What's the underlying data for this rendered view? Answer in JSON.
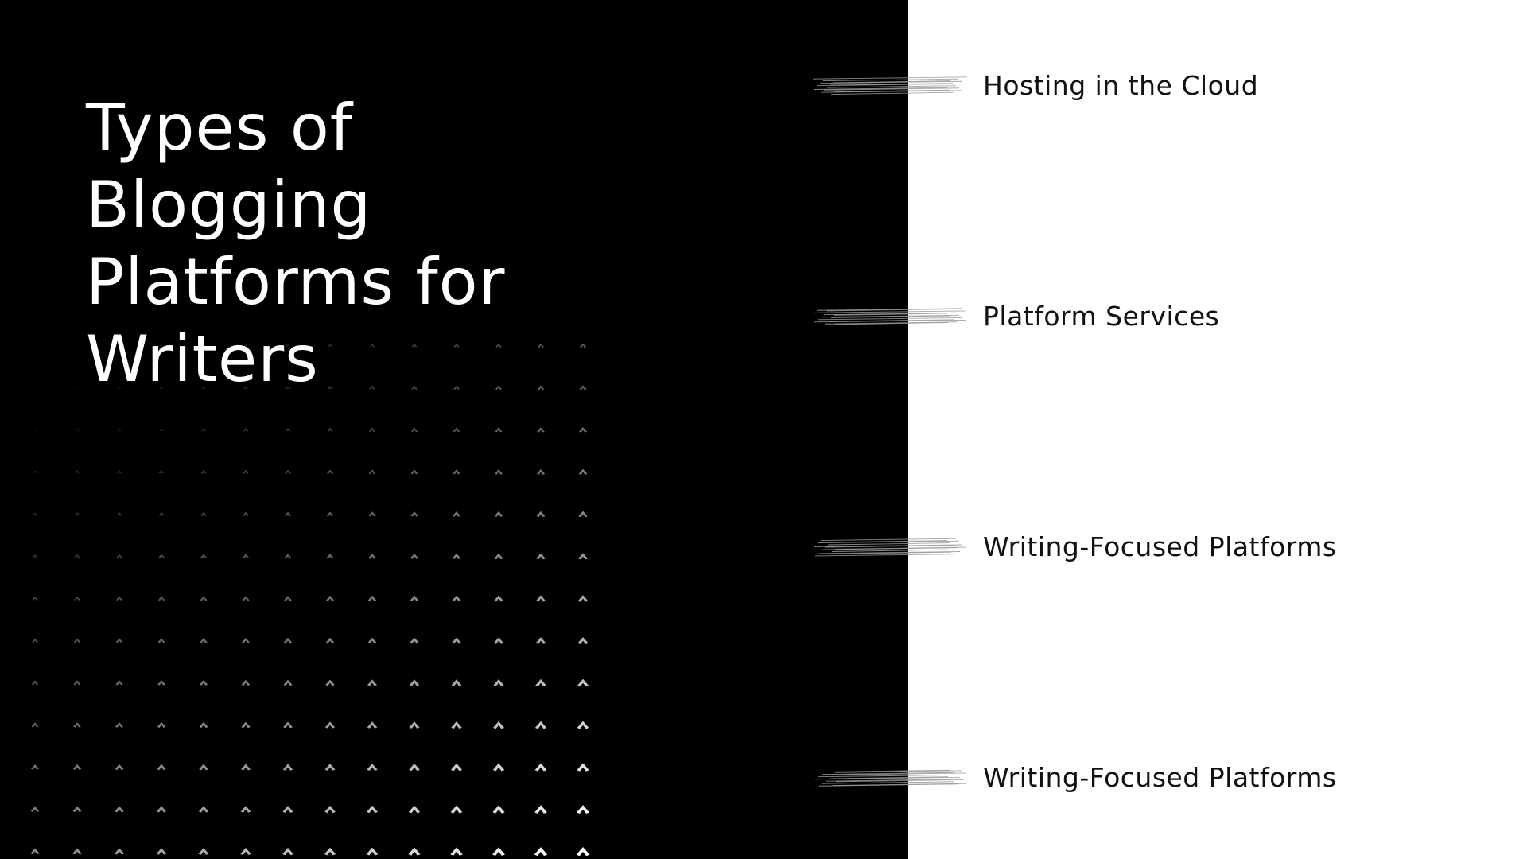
{
  "slide": {
    "title_lines": [
      "Types of",
      "Blogging",
      "Platforms for",
      "Writers"
    ]
  },
  "items": [
    {
      "label": "Hosting in the Cloud",
      "marker_icon": "brush-stroke-icon"
    },
    {
      "label": "Platform Services",
      "marker_icon": "brush-stroke-icon"
    },
    {
      "label": "Writing-Focused Platforms",
      "marker_icon": "brush-stroke-icon"
    },
    {
      "label": "Writing-Focused Platforms",
      "marker_icon": "brush-stroke-icon"
    }
  ],
  "colors": {
    "left_background": "#000000",
    "right_background": "#ffffff",
    "title_text": "#ffffff",
    "item_text": "#111111"
  },
  "pattern": {
    "icon": "chevron-up-icon",
    "columns": 14,
    "rows": 13
  }
}
